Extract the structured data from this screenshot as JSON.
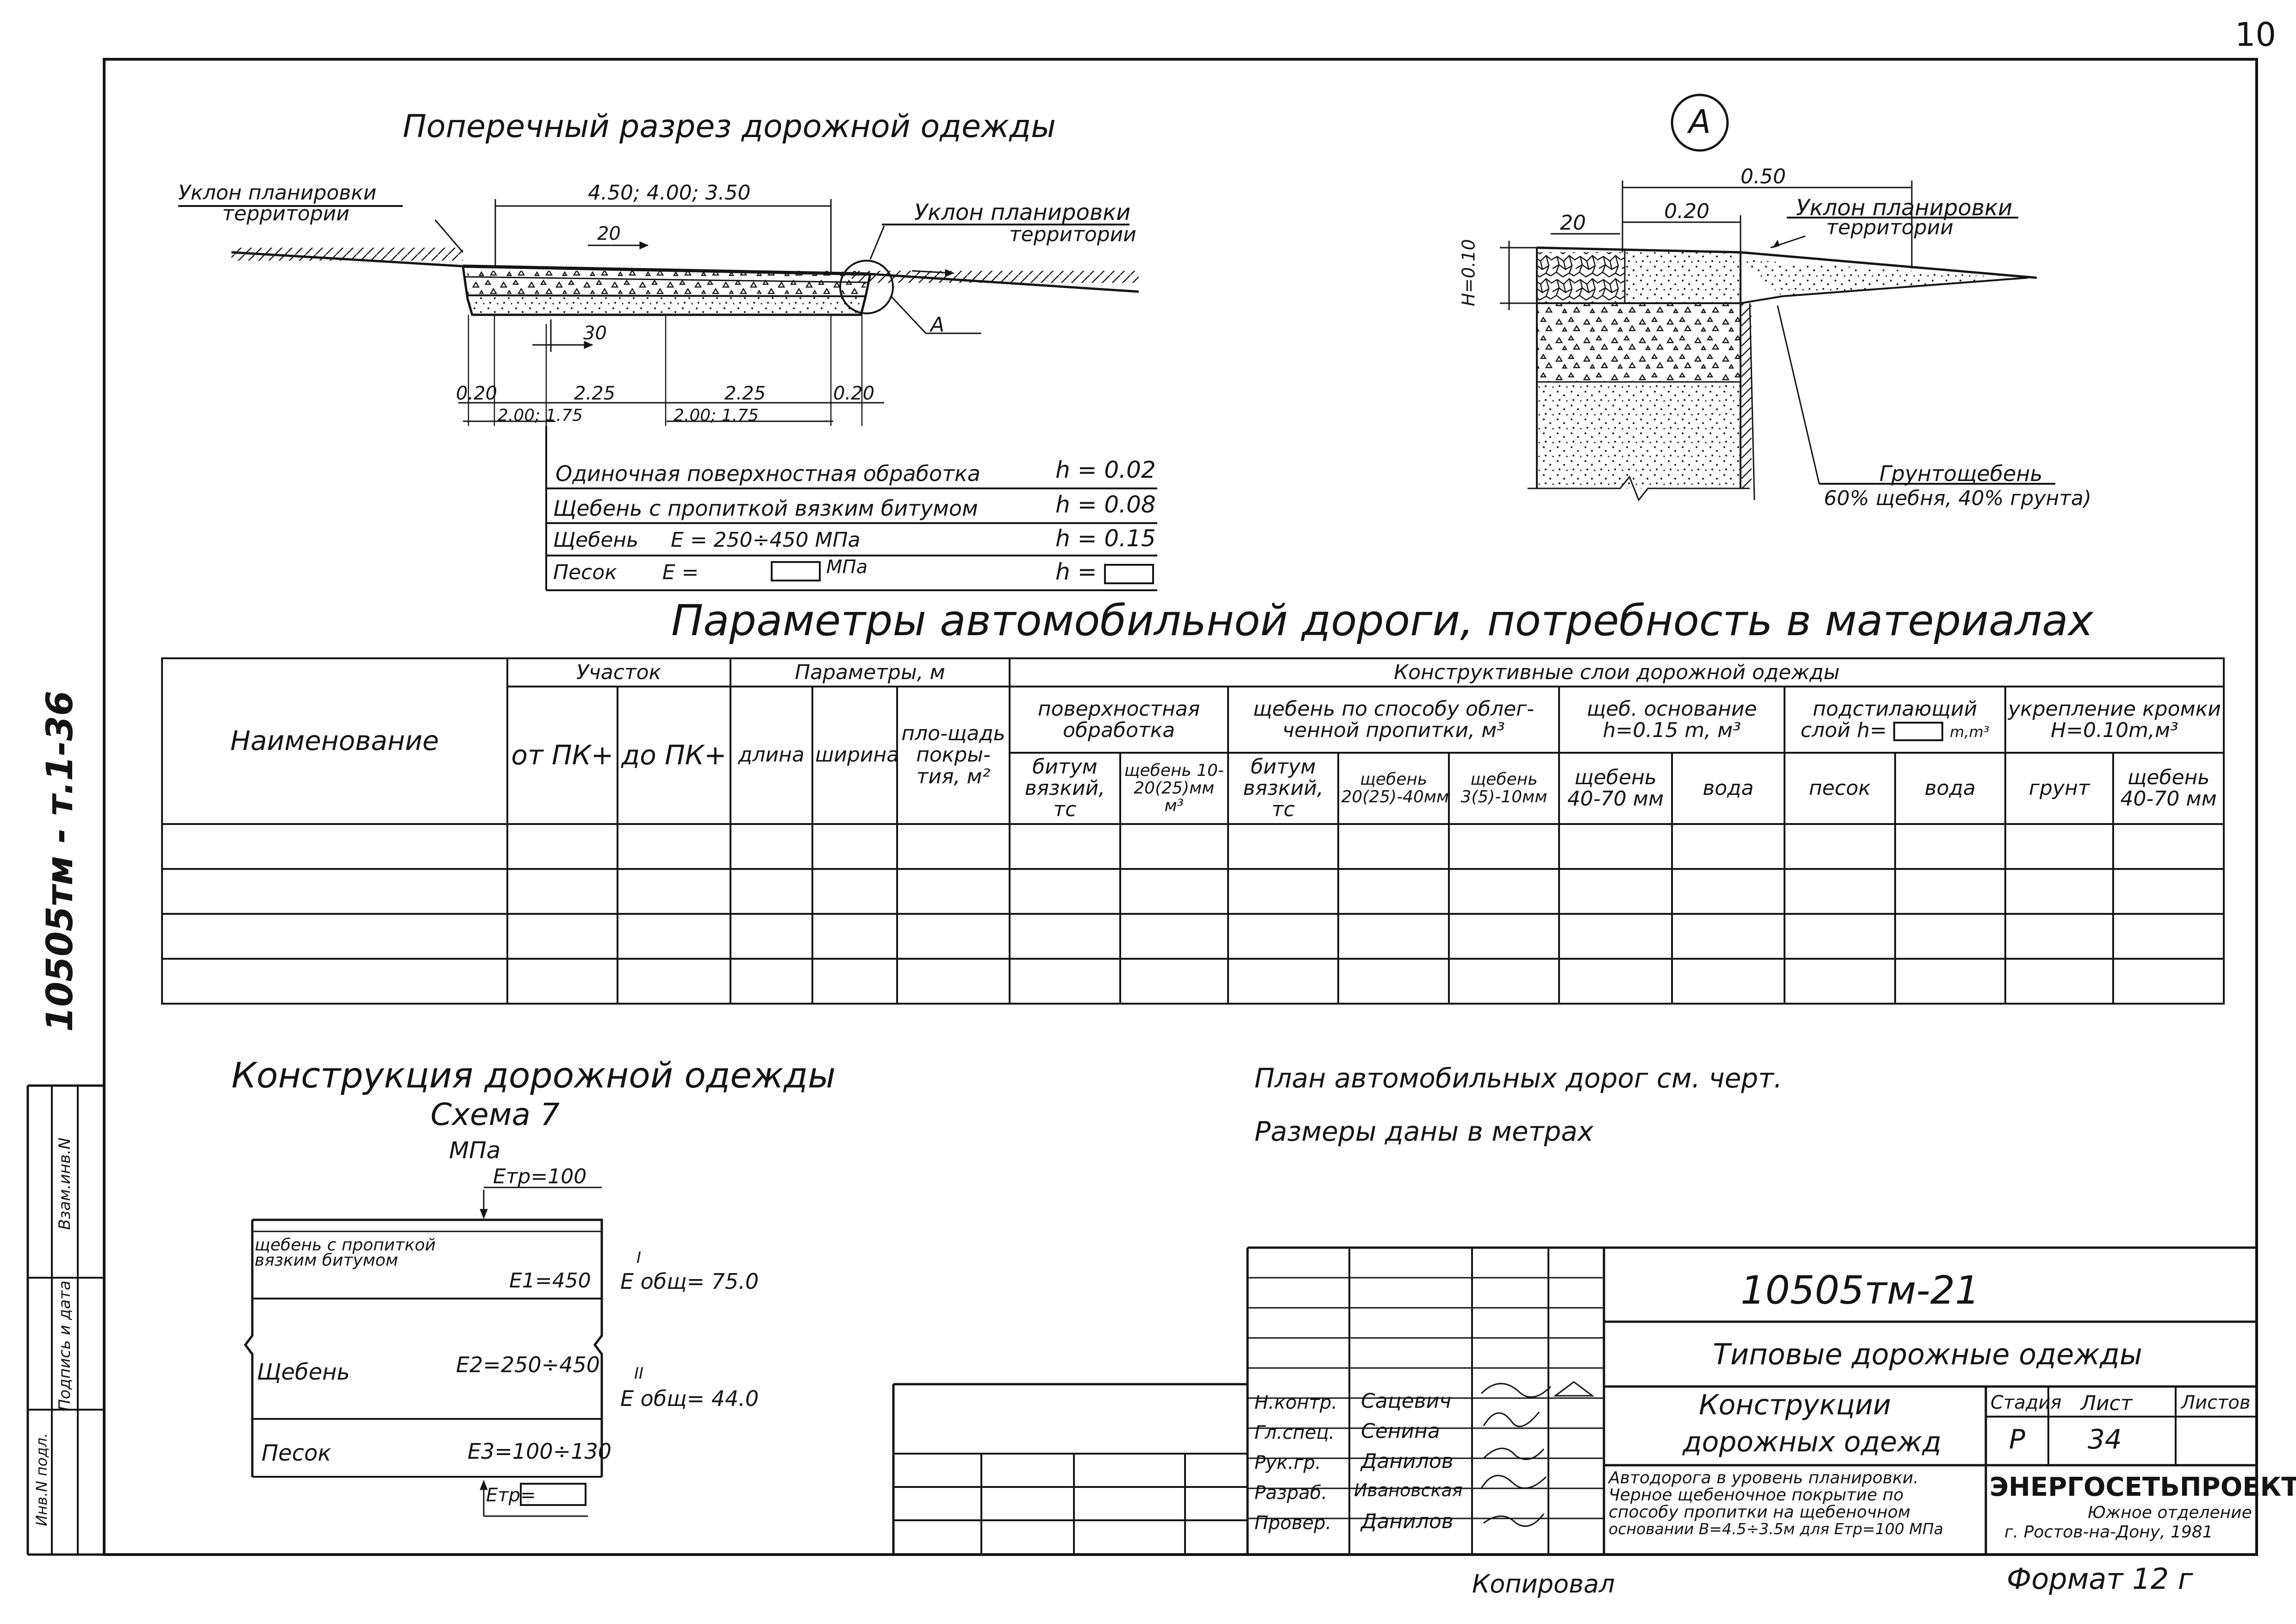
{
  "page_corner": "10",
  "frame_side": {
    "doc_code": "10505тм - т.1-36",
    "stamp_col_1": "Инв.N подл.",
    "stamp_col_2": "Подпись и дата",
    "stamp_col_3": "Взам.инв.N"
  },
  "cross_section": {
    "title": "Поперечный разрез дорожной одежды",
    "slope_left": [
      "Уклон планировки",
      "территории"
    ],
    "slope_right": [
      "Уклон планировки",
      "территории"
    ],
    "width_top": "4.50; 4.00; 3.50",
    "slope_20": "20",
    "slope_30": "30",
    "callout": "А",
    "dim_020_left": "0.20",
    "dim_020_right": "0.20",
    "dim_225_a": "2.25",
    "dim_225_b": "2.25",
    "dim_bottom_a": "2.00; 1.75",
    "dim_bottom_b": "2.00; 1.75",
    "layers": [
      {
        "name": "Одиночная поверхностная обработка",
        "h": "h = 0.02"
      },
      {
        "name": "Щебень с пропиткой вязким битумом",
        "h": "h = 0.08"
      },
      {
        "name": "Щебень     Е = 250÷450 МПа",
        "h": "h = 0.15"
      },
      {
        "name": "Песок       Е =",
        "unit": "МПа",
        "h": "h ="
      }
    ]
  },
  "detail_a": {
    "marker": "А",
    "dim_050": "0.50",
    "dim_020": "0.20",
    "slope": "20",
    "height": "H=0.10",
    "slope_label": [
      "Уклон планировки",
      "территории"
    ],
    "soil_label": [
      "Грунтощебень",
      "60% щебня, 40% грунта)"
    ]
  },
  "params_table": {
    "title": "Параметры автомобильной дороги, потребность в материалах",
    "h_name": "Наименование",
    "h_section": "Участок",
    "h_from": "от ПК+",
    "h_to": "до ПК+",
    "h_params": "Параметры, м",
    "h_length": "длина",
    "h_width": "ширина",
    "h_area": "пло-щадь покры-тия, м²",
    "h_layers": "Конструктивные слои дорожной одежды",
    "h_surface": "поверхностная обработка",
    "h_impregnation": "щебень по способу облег-ченной пропитки, м³",
    "h_base": "щеб. основание h=0.15 m, м³",
    "h_sublayer_a": "подстилающий",
    "h_sublayer_b": "слой h=",
    "h_sublayer_c": "m,m³",
    "h_edge": "укрепление кромки H=0.10m,м³",
    "sub": [
      "битум вязкий, тс",
      "щебень 10-20(25)мм м³",
      "битум вязкий, тс",
      "щебень 20(25)-40мм",
      "щебень 3(5)-10мм",
      "щебень 40-70 мм",
      "вода",
      "песок",
      "вода",
      "грунт",
      "щебень 40-70 мм"
    ]
  },
  "construction": {
    "title": "Конструкция дорожной одежды",
    "scheme": "Схема 7",
    "units": "МПа",
    "etr_top": "Етр=100",
    "layer1_name": [
      "щебень с пропиткой",
      "вязким битумом"
    ],
    "layer1_e": "E1=450",
    "eobsh1": "E общ= 75.0",
    "mark1": "I",
    "layer2_name": "Щебень",
    "layer2_e": "E2=250÷450",
    "eobsh2": "E общ= 44.0",
    "mark2": "II",
    "layer3_name": "Песок",
    "layer3_e": "E3=100÷130",
    "etr_bottom": "Етр="
  },
  "notes": {
    "line1": "План автомобильных дорог см. черт.",
    "line2": "Размеры даны в метрах"
  },
  "title_block": {
    "code": "10505тм-21",
    "series": "Типовые дорожные одежды",
    "title": [
      "Конструкции",
      "дорожных одежд"
    ],
    "stage_h": "Стадия",
    "sheet_h": "Лист",
    "sheets_h": "Листов",
    "stage": "Р",
    "sheet": "34",
    "desc": [
      "Автодорога в уровень планировки.",
      "Черное щебеночное покрытие по",
      "способу пропитки на щебеночном",
      "основании В=4.5÷3.5м для Етр=100 МПа"
    ],
    "org": "ЭНЕРГОСЕТЬПРОЕКТ",
    "org_sub": [
      "Южное отделение",
      "г. Ростов-на-Дону, 1981"
    ],
    "roles": [
      {
        "role": "Н.контр.",
        "name": "Сацевич"
      },
      {
        "role": "Гл.спец.",
        "name": "Сенина"
      },
      {
        "role": "Рук.гр.",
        "name": "Данилов"
      },
      {
        "role": "Разраб.",
        "name": "Ивановская"
      },
      {
        "role": "Провер.",
        "name": "Данилов"
      }
    ]
  },
  "footer": {
    "copied": "Копировал",
    "format": "Формат 12 г"
  }
}
